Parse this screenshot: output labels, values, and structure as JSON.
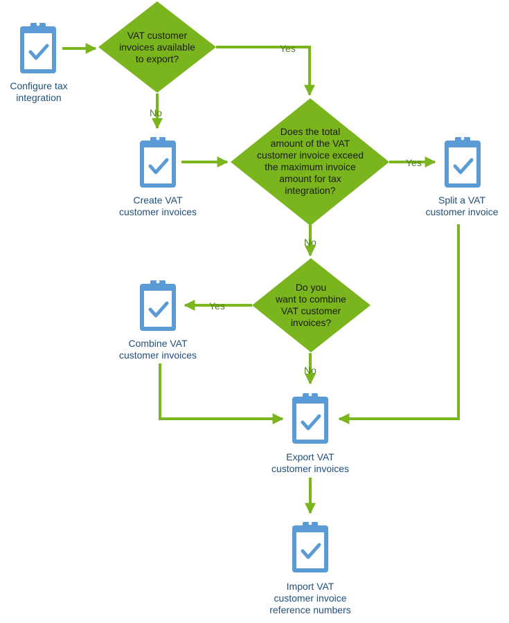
{
  "colors": {
    "flow_green": "#7ab51d",
    "diamond_green": "#7ab51d",
    "clipboard_blue": "#5b9bd5",
    "check_blue": "#5b9bd5",
    "label_text": "#1f4e79"
  },
  "nodes": {
    "configure": {
      "label": "Configure tax\nintegration",
      "icon": "clipboard-check-icon"
    },
    "decision_available": {
      "label": "VAT customer\ninvoices available\nto export?"
    },
    "create": {
      "label": "Create VAT\ncustomer invoices",
      "icon": "clipboard-check-icon"
    },
    "decision_exceed": {
      "label": "Does the total\namount of the VAT\ncustomer invoice exceed\nthe maximum invoice\namount for tax\nintegration?"
    },
    "split": {
      "label": "Split a VAT\ncustomer invoice",
      "icon": "clipboard-check-icon"
    },
    "decision_combine": {
      "label": "Do you\nwant to combine\nVAT customer\ninvoices?"
    },
    "combine": {
      "label": "Combine VAT\ncustomer invoices",
      "icon": "clipboard-check-icon"
    },
    "export": {
      "label": "Export VAT\ncustomer invoices",
      "icon": "clipboard-check-icon"
    },
    "import": {
      "label": "Import VAT\ncustomer invoice\nreference numbers",
      "icon": "clipboard-check-icon"
    }
  },
  "edge_labels": {
    "available_yes": "Yes",
    "available_no": "No",
    "exceed_yes": "Yes",
    "exceed_no": "No",
    "combine_yes": "Yes",
    "combine_no": "No"
  }
}
